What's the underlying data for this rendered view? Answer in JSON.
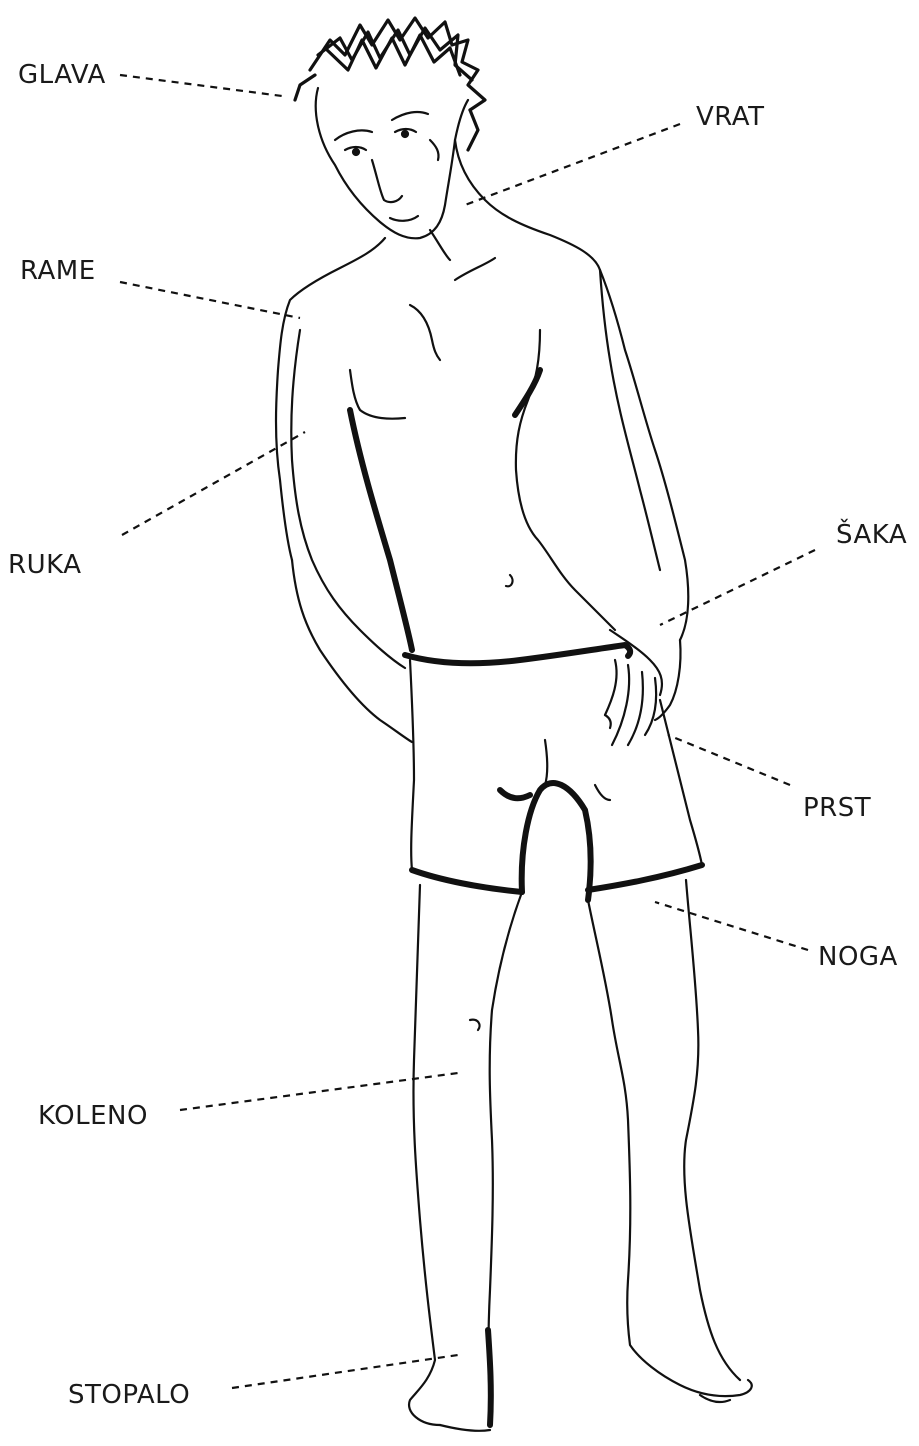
{
  "labels": {
    "glava": "GLAVA",
    "vrat": "VRAT",
    "rame": "RAME",
    "ruka": "RUKA",
    "saka": "ŠAKA",
    "prst": "PRST",
    "noga": "NOGA",
    "koleno": "KOLENO",
    "stopalo": "STOPALO"
  },
  "colors": {
    "background": "#ffffff",
    "ink": "#111111"
  }
}
